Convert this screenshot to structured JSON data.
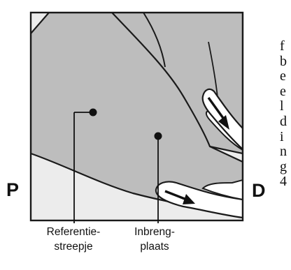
{
  "figure": {
    "side_left": "P",
    "side_right": "D",
    "labels": {
      "reference_line": "Referentie-\nstreepje",
      "insertion_site": "Inbreng-\nplaats"
    }
  },
  "side_text": {
    "letters": [
      "f",
      "b",
      "e",
      "e",
      "l",
      "d",
      "i",
      "n",
      "g",
      "4"
    ]
  }
}
